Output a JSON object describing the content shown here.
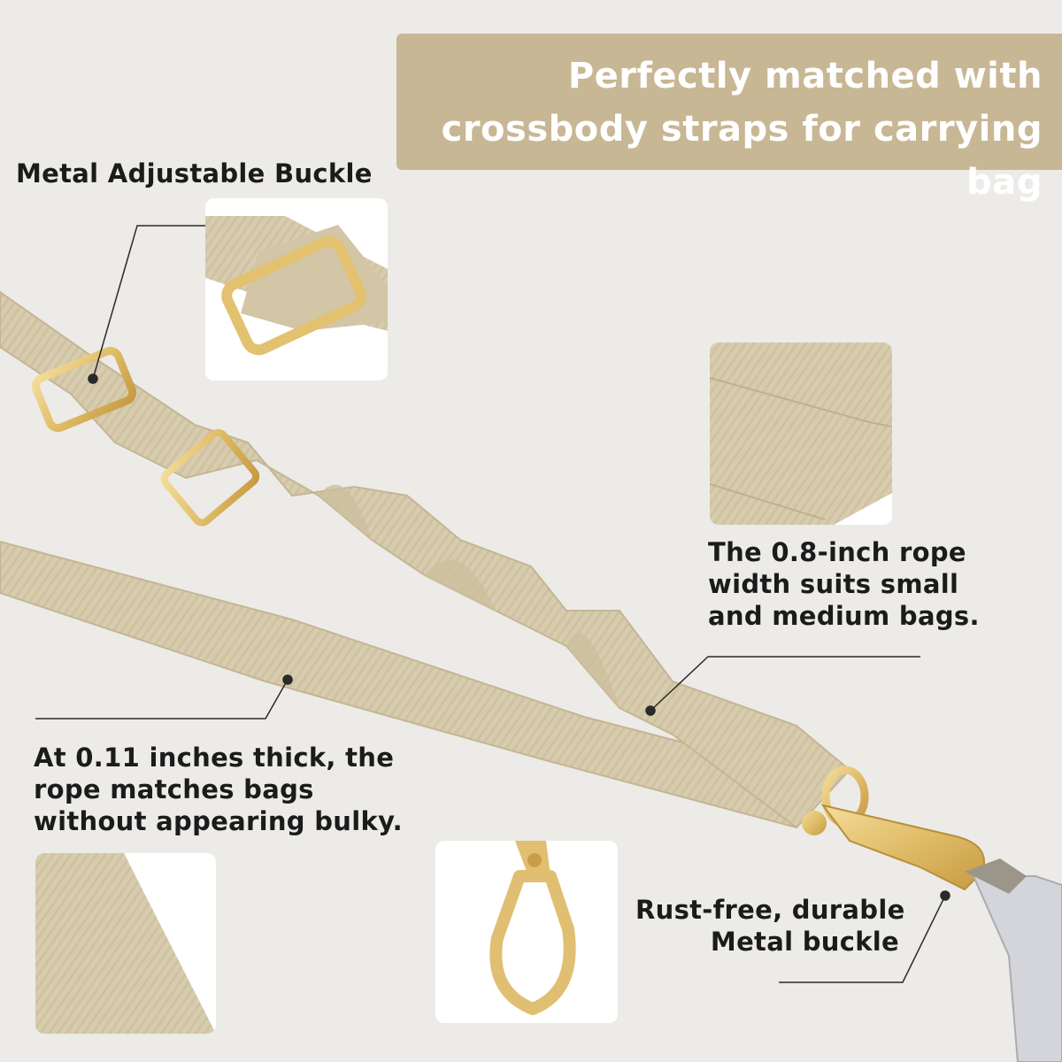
{
  "banner": {
    "line1": "Perfectly matched with",
    "line2": "crossbody straps for carrying bag"
  },
  "callouts": {
    "buckle": "Metal Adjustable Buckle",
    "width": {
      "line1": "The 0.8-inch rope",
      "line2": "width suits small",
      "line3": "and medium bags."
    },
    "thickness": {
      "line1": "At 0.11 inches thick, the",
      "line2": "rope matches bags",
      "line3": "without appearing bulky."
    },
    "metal": {
      "line1": "Rust-free, durable",
      "line2": "Metal buckle"
    }
  },
  "colors": {
    "banner": "#c8b794",
    "strap": "#d9cdb1",
    "gold": "#e6c676",
    "background": "#ecebe8"
  }
}
